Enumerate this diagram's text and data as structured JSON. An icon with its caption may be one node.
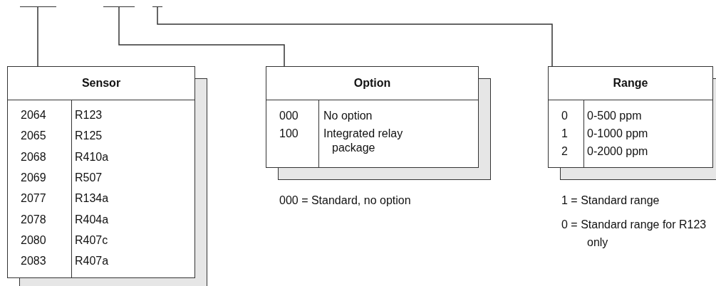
{
  "diagram": {
    "nodes": [
      {
        "text": [],
        "shape": "bar"
      },
      {
        "text": [],
        "shape": "bar"
      },
      {
        "text": [],
        "shape": "bar"
      },
      {
        "text": [
          "Sensor",
          "2064",
          "R123",
          "2065",
          "R125",
          "2068",
          "R410a",
          "2069",
          "R507",
          "2077",
          "R134a",
          "2078",
          "R404a",
          "2080",
          "R407c",
          "2083",
          "R407a"
        ]
      },
      {
        "text": [
          "Option",
          "000",
          "No option",
          "100",
          "Integrated relay package"
        ],
        "beside": [
          "000 = Standard, no option"
        ]
      },
      {
        "text": [
          "Range",
          "0",
          "0-500 ppm",
          "1",
          "0-1000 ppm",
          "2",
          "0-2000 ppm"
        ],
        "beside": [
          "1 = Standard range",
          "0 = Standard range for R123 only"
        ]
      }
    ],
    "edges": [
      {
        "from": 0,
        "to": 3,
        "arrow": "none"
      },
      {
        "from": 1,
        "to": 4,
        "arrow": "none"
      },
      {
        "from": 2,
        "to": 5,
        "arrow": "none"
      }
    ]
  }
}
